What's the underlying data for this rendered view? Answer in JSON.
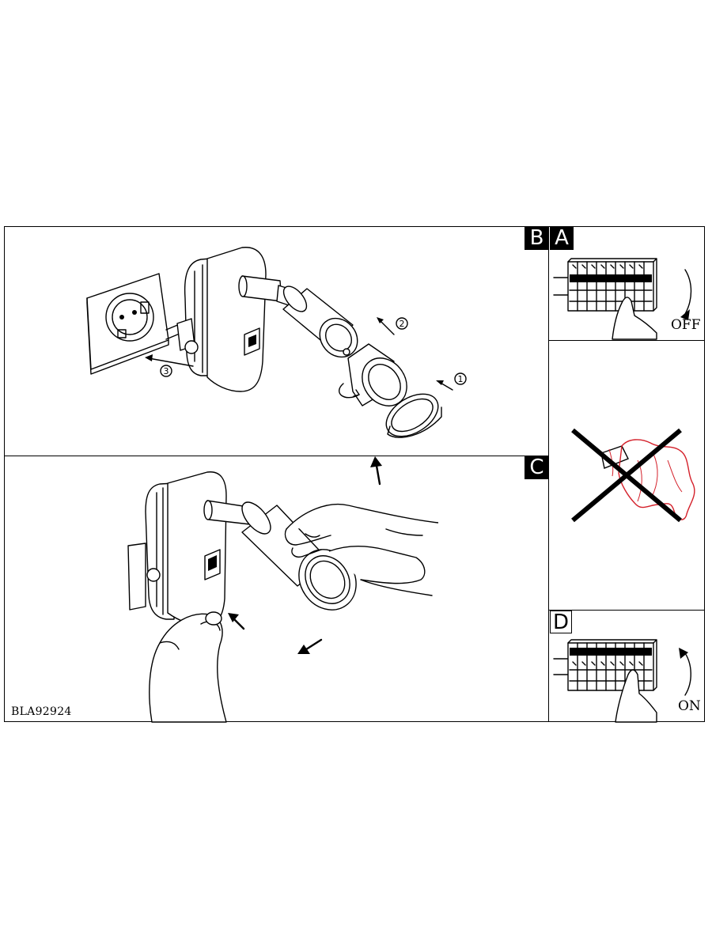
{
  "document_code": "BLA92924",
  "panels": {
    "b": {
      "badge": "B"
    },
    "a": {
      "badge": "A",
      "state_label": "OFF",
      "rotation": "clockwise"
    },
    "warning": {
      "prohibited": "cloth-cleaning"
    },
    "c": {
      "badge": "C"
    },
    "d": {
      "badge": "D",
      "state_label": "ON",
      "rotation": "counter-clockwise"
    }
  },
  "steps": [
    "1",
    "2",
    "3"
  ],
  "colors": {
    "line": "#000000",
    "cloth": "#d4202a",
    "cross": "#000000"
  }
}
